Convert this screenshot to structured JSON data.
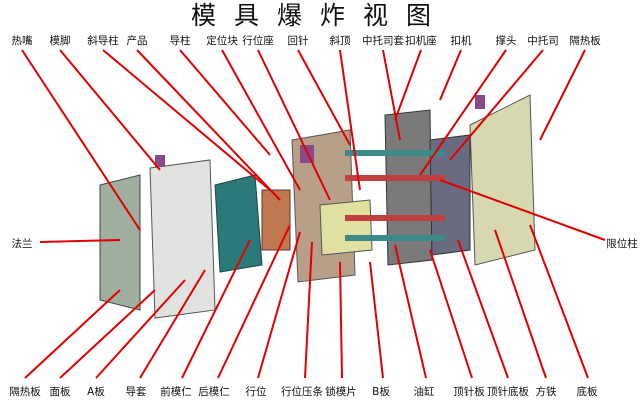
{
  "title": "模具爆炸视图",
  "top_labels": [
    "热嘴",
    "模脚",
    "斜导柱",
    "产品",
    "导柱",
    "定位块",
    "行位座",
    "回针",
    "斜顶",
    "中托司套",
    "扣机座",
    "扣机",
    "撑头",
    "中托司",
    "隔热板"
  ],
  "bottom_labels": [
    "隔热板",
    "面板",
    "A板",
    "导套",
    "前模仁",
    "后模仁",
    "行位",
    "行位压条",
    "锁模片",
    "B板",
    "油缸",
    "顶针板",
    "顶针底板",
    "方铁",
    "底板"
  ],
  "left_label": "法兰",
  "right_label": "限位柱",
  "colors": {
    "leader": "#e00000",
    "slider": "#2a7a7a",
    "plate": "#c8c8b0",
    "cylinder": "#8a4a8a"
  }
}
